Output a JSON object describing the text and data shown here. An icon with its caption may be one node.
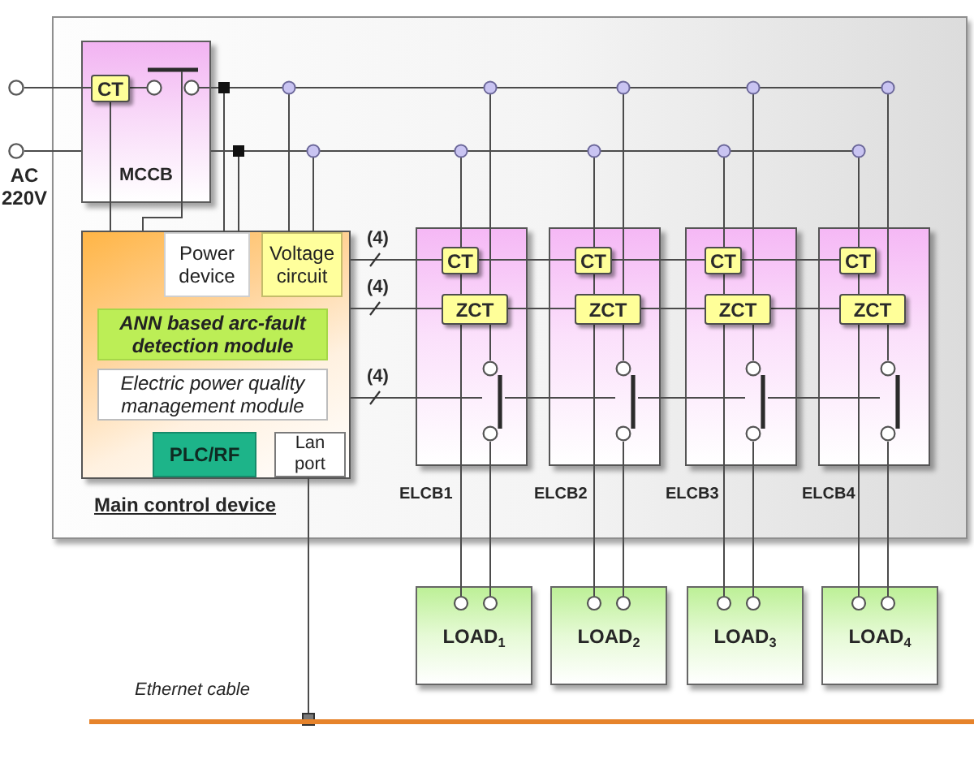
{
  "diagram": {
    "nodes": [
      {
        "text": [],
        "shape": "circle"
      },
      {
        "text": [],
        "shape": "circle",
        "beside": [
          "AC 220V"
        ]
      },
      {
        "text": [],
        "shape": "box"
      },
      {
        "text": [
          "MCCB"
        ],
        "in": 2
      },
      {
        "text": [
          "CT"
        ],
        "in": 3
      },
      {
        "text": [
          "Main control device"
        ],
        "in": 2
      },
      {
        "text": [
          "Power device"
        ],
        "in": 5
      },
      {
        "text": [
          "Voltage circuit"
        ],
        "in": 5
      },
      {
        "text": [
          "ANN based arc-fault detection module"
        ],
        "in": 5
      },
      {
        "text": [
          "Electric power quality management module"
        ],
        "in": 5
      },
      {
        "text": [
          "PLC/RF"
        ],
        "in": 5
      },
      {
        "text": [
          "Lan port"
        ],
        "in": 5
      },
      {
        "text": [
          "ELCB1"
        ],
        "in": 2
      },
      {
        "text": [
          "CT"
        ],
        "in": 12
      },
      {
        "text": [
          "ZCT"
        ],
        "in": 12
      },
      {
        "text": [],
        "shape": "switch",
        "in": 12
      },
      {
        "text": [
          "ELCB2"
        ],
        "in": 2
      },
      {
        "text": [
          "CT"
        ],
        "in": 16
      },
      {
        "text": [
          "ZCT"
        ],
        "in": 16
      },
      {
        "text": [],
        "shape": "switch",
        "in": 16
      },
      {
        "text": [
          "ELCB3"
        ],
        "in": 2
      },
      {
        "text": [
          "CT"
        ],
        "in": 20
      },
      {
        "text": [
          "ZCT"
        ],
        "in": 20
      },
      {
        "text": [],
        "shape": "switch",
        "in": 20
      },
      {
        "text": [
          "ELCB4"
        ],
        "in": 2
      },
      {
        "text": [
          "CT"
        ],
        "in": 24
      },
      {
        "text": [
          "ZCT"
        ],
        "in": 24
      },
      {
        "text": [],
        "shape": "switch",
        "in": 24
      },
      {
        "text": [
          "LOAD$_{1}$"
        ]
      },
      {
        "text": [
          "LOAD$_{2}$"
        ]
      },
      {
        "text": [
          "LOAD$_{3}$"
        ]
      },
      {
        "text": [
          "LOAD$_{4}$"
        ]
      },
      {
        "text": [],
        "shape": "bar",
        "beside": [
          "Ethernet cable"
        ]
      }
    ],
    "edges": [
      {
        "from": 0,
        "to": 4,
        "arrow": "none"
      },
      {
        "from": 1,
        "to": 3,
        "arrow": "none"
      },
      {
        "from": 4,
        "to": 5,
        "arrow": "none"
      },
      {
        "from": 3,
        "to": 5,
        "arrow": "none"
      },
      {
        "from": 3,
        "to": 6,
        "arrow": "none"
      },
      {
        "from": 3,
        "to": 6,
        "arrow": "none"
      },
      {
        "from": 3,
        "to": 7,
        "arrow": "none"
      },
      {
        "from": 3,
        "to": 7,
        "arrow": "none"
      },
      {
        "from": 3,
        "to": 14,
        "arrow": "none"
      },
      {
        "from": 3,
        "to": 18,
        "arrow": "none"
      },
      {
        "from": 3,
        "to": 22,
        "arrow": "none"
      },
      {
        "from": 3,
        "to": 26,
        "arrow": "none"
      },
      {
        "from": 3,
        "to": 13,
        "arrow": "none"
      },
      {
        "from": 3,
        "to": 17,
        "arrow": "none"
      },
      {
        "from": 3,
        "to": 21,
        "arrow": "none"
      },
      {
        "from": 3,
        "to": 25,
        "arrow": "none"
      },
      {
        "from": 13,
        "to": 14,
        "arrow": "none"
      },
      {
        "from": 17,
        "to": 18,
        "arrow": "none"
      },
      {
        "from": 21,
        "to": 22,
        "arrow": "none"
      },
      {
        "from": 25,
        "to": 26,
        "arrow": "none"
      },
      {
        "from": 14,
        "to": 28,
        "arrow": "none"
      },
      {
        "from": 18,
        "to": 29,
        "arrow": "none"
      },
      {
        "from": 22,
        "to": 30,
        "arrow": "none"
      },
      {
        "from": 26,
        "to": 31,
        "arrow": "none"
      },
      {
        "from": 14,
        "to": 15,
        "arrow": "none"
      },
      {
        "from": 18,
        "to": 19,
        "arrow": "none"
      },
      {
        "from": 22,
        "to": 23,
        "arrow": "none"
      },
      {
        "from": 26,
        "to": 27,
        "arrow": "none"
      },
      {
        "from": 15,
        "to": 28,
        "arrow": "none"
      },
      {
        "from": 19,
        "to": 29,
        "arrow": "none"
      },
      {
        "from": 23,
        "to": 30,
        "arrow": "none"
      },
      {
        "from": 27,
        "to": 31,
        "arrow": "none"
      },
      {
        "from": 5,
        "to": 13,
        "arrow": "none",
        "label": "(4)"
      },
      {
        "from": 13,
        "to": 17,
        "arrow": "none"
      },
      {
        "from": 17,
        "to": 21,
        "arrow": "none"
      },
      {
        "from": 21,
        "to": 25,
        "arrow": "none"
      },
      {
        "from": 5,
        "to": 14,
        "arrow": "none",
        "label": "(4)"
      },
      {
        "from": 14,
        "to": 18,
        "arrow": "none"
      },
      {
        "from": 18,
        "to": 22,
        "arrow": "none"
      },
      {
        "from": 22,
        "to": 26,
        "arrow": "none"
      },
      {
        "from": 5,
        "to": 15,
        "arrow": "none",
        "label": "(4)"
      },
      {
        "from": 15,
        "to": 19,
        "arrow": "none"
      },
      {
        "from": 19,
        "to": 23,
        "arrow": "none"
      },
      {
        "from": 23,
        "to": 27,
        "arrow": "none"
      },
      {
        "from": 11,
        "to": 32,
        "arrow": "other"
      }
    ]
  }
}
